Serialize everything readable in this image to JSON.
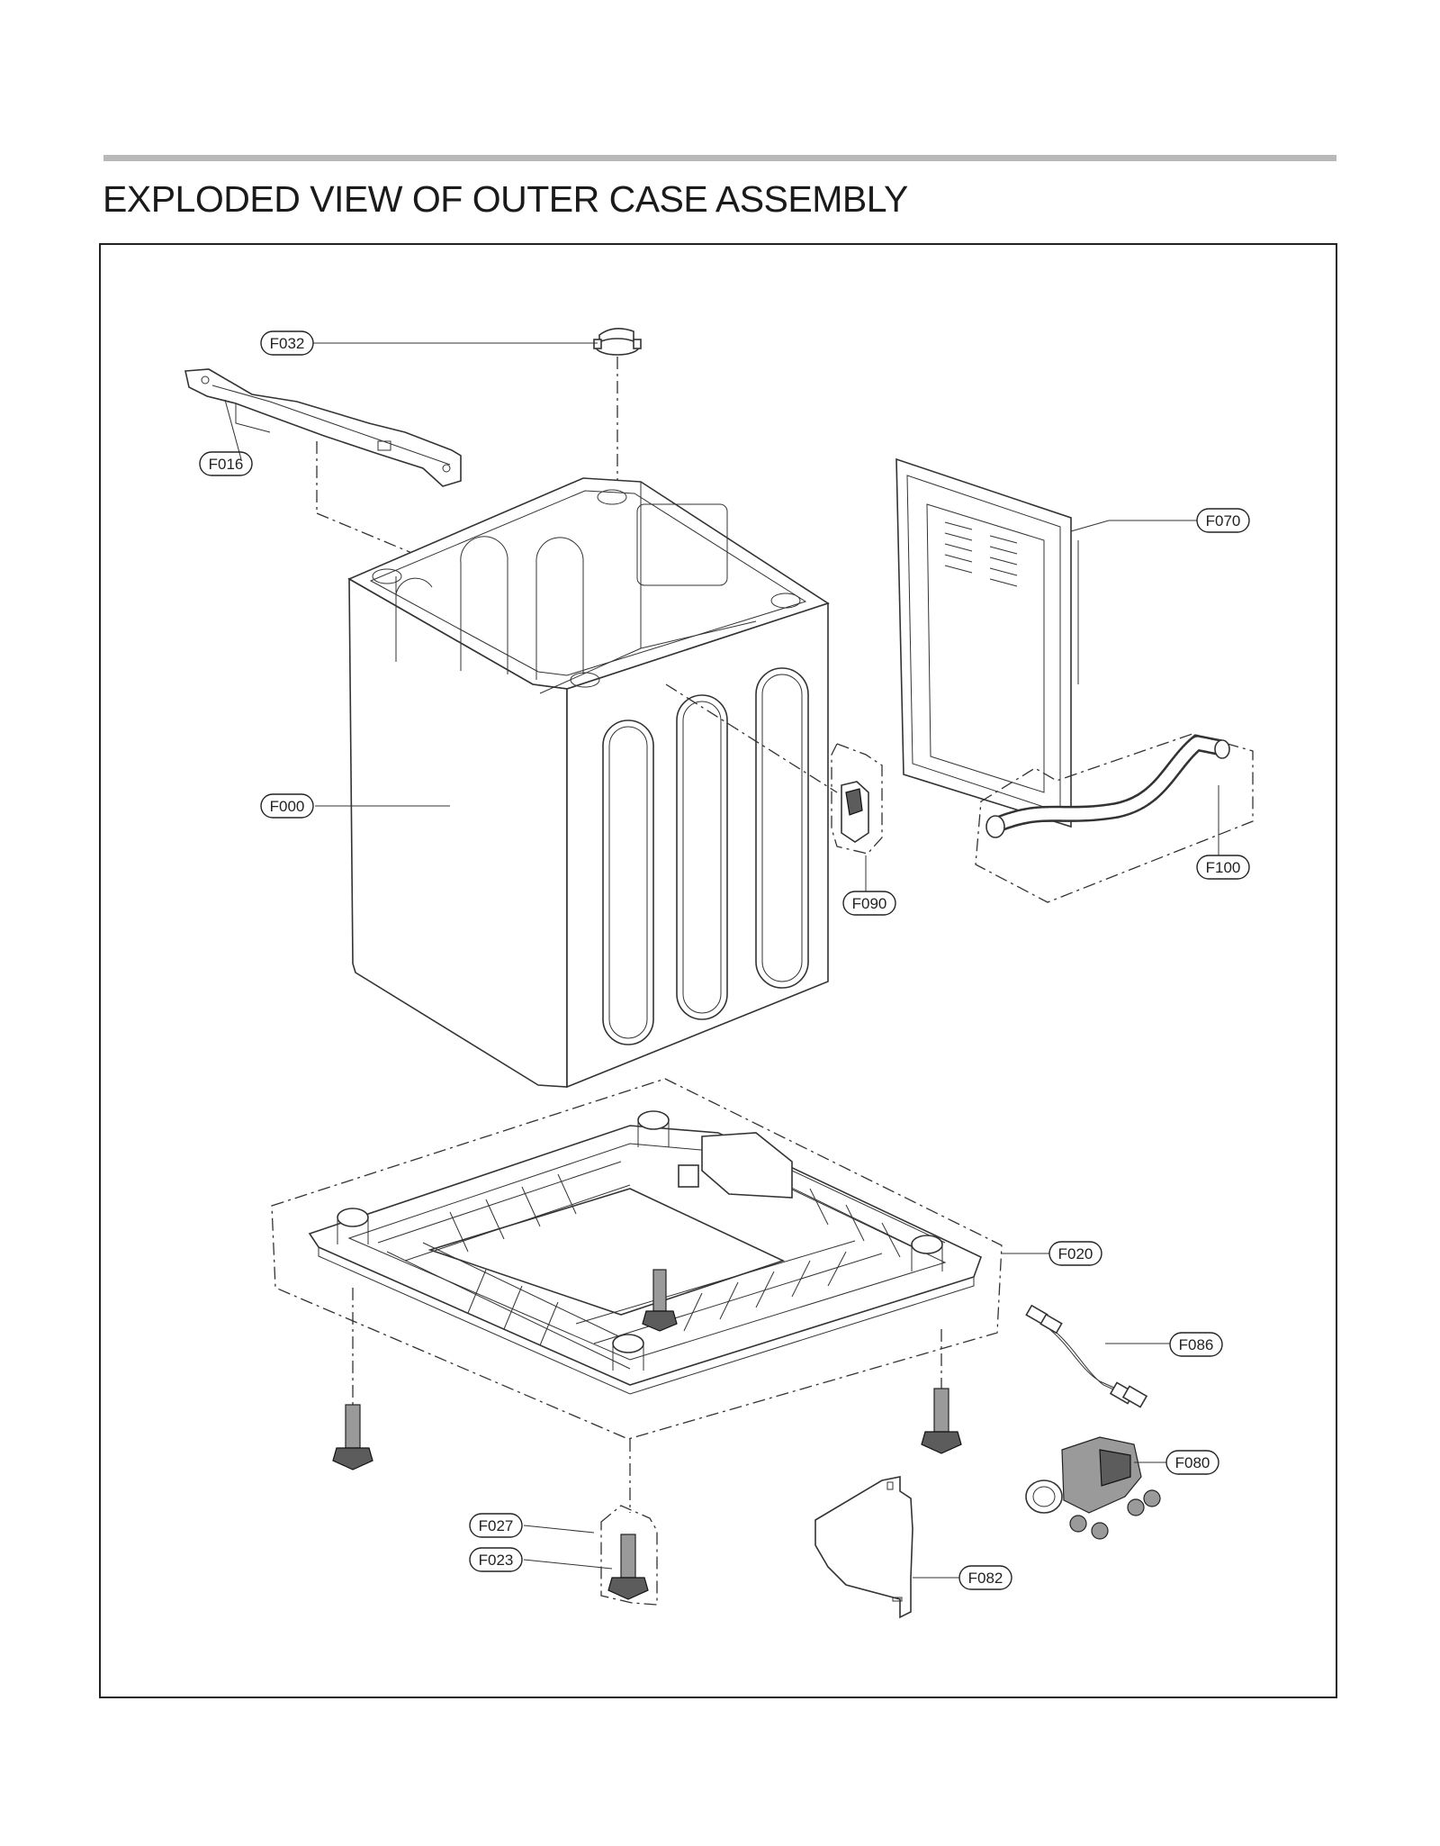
{
  "title": "EXPLODED VIEW OF OUTER CASE ASSEMBLY",
  "labels": {
    "F032": "F032",
    "F016": "F016",
    "F070": "F070",
    "F000": "F000",
    "F100": "F100",
    "F090": "F090",
    "F020": "F020",
    "F086": "F086",
    "F080": "F080",
    "F027": "F027",
    "F023": "F023",
    "F082": "F082"
  }
}
